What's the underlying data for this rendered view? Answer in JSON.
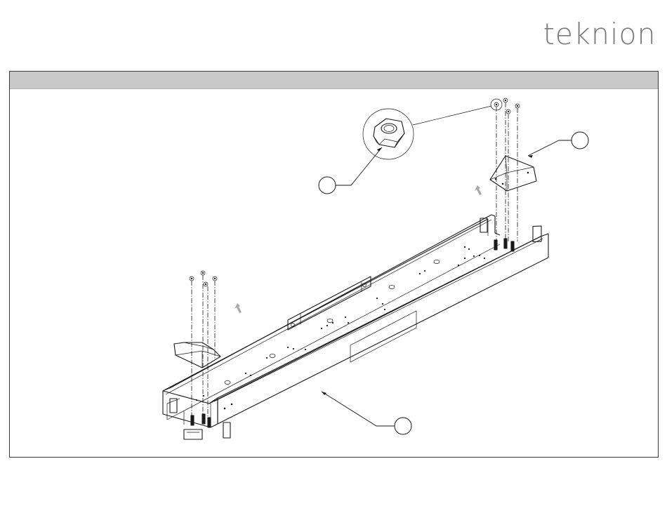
{
  "brand": {
    "logo_text": "teknion",
    "color": "#7a7a7a"
  },
  "panel": {
    "header_color": "#c9c9c9",
    "border_color": "#3a3a3a"
  },
  "diagram": {
    "callouts": [
      {
        "id": "hex-nut",
        "label": ""
      },
      {
        "id": "bracket",
        "label": ""
      },
      {
        "id": "channel",
        "label": ""
      }
    ]
  }
}
